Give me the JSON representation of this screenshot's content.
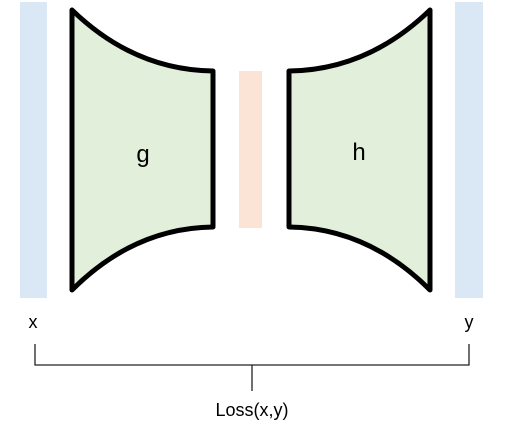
{
  "labels": {
    "encoder": "g",
    "decoder": "h",
    "input": "x",
    "output": "y",
    "loss": "Loss(x,y)"
  },
  "colors": {
    "input_output_bar": "#dae7f4",
    "latent_bar": "#fbe4d6",
    "network_fill": "#e2efda",
    "outline": "#000000",
    "brace": "#222222"
  }
}
